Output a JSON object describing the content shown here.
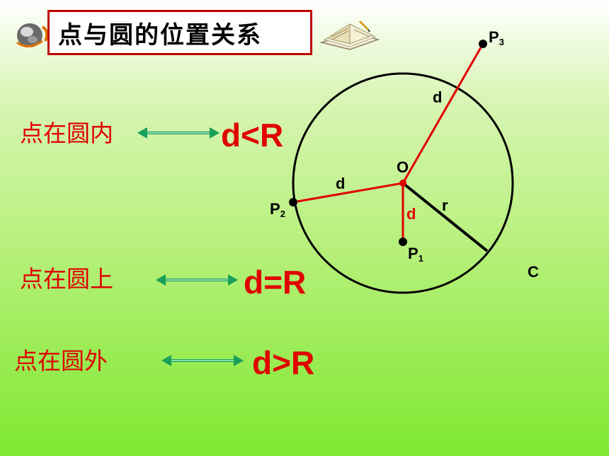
{
  "title": "点与圆的位置关系",
  "rows": [
    {
      "label": "点在圆内",
      "formula": "d<R"
    },
    {
      "label": "点在圆上",
      "formula": "d=R"
    },
    {
      "label": "点在圆外",
      "formula": "d>R"
    }
  ],
  "diagram": {
    "center_label": "O",
    "circle_label": "C",
    "radius_label": "r",
    "distance_label": "d",
    "points": [
      {
        "name": "P",
        "sub": "1"
      },
      {
        "name": "P",
        "sub": "2"
      },
      {
        "name": "P",
        "sub": "3"
      }
    ]
  },
  "icons": [
    "globe-icon",
    "book-icon"
  ],
  "colors": {
    "accent": "#e00000",
    "arrow": "#1aa05a",
    "border": "#c00000"
  }
}
